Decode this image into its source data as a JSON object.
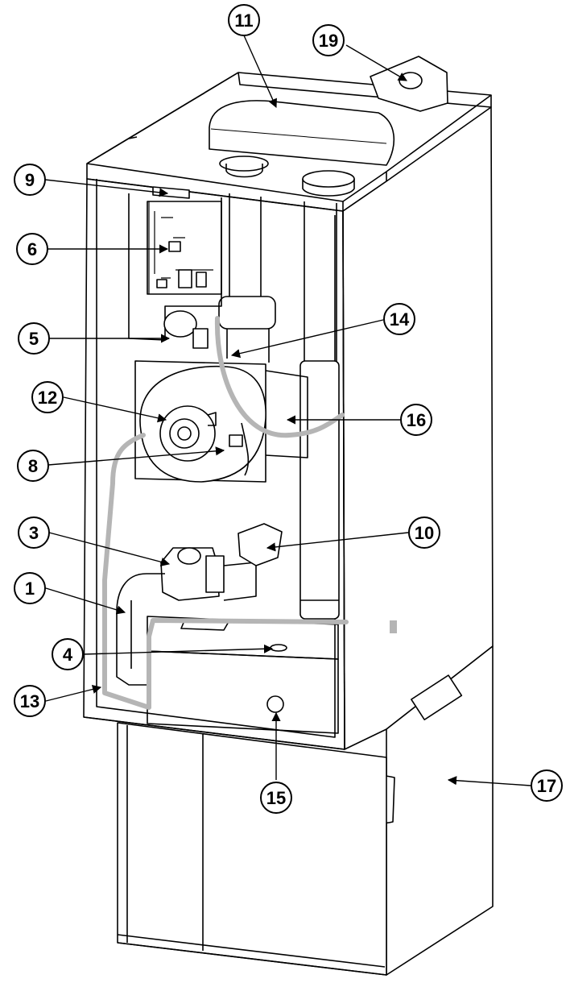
{
  "diagram": {
    "callouts": [
      {
        "id": "c1",
        "label": "1"
      },
      {
        "id": "c3",
        "label": "3"
      },
      {
        "id": "c4",
        "label": "4"
      },
      {
        "id": "c5",
        "label": "5"
      },
      {
        "id": "c6",
        "label": "6"
      },
      {
        "id": "c8",
        "label": "8"
      },
      {
        "id": "c9",
        "label": "9"
      },
      {
        "id": "c10",
        "label": "10"
      },
      {
        "id": "c11",
        "label": "11"
      },
      {
        "id": "c12",
        "label": "12"
      },
      {
        "id": "c13",
        "label": "13"
      },
      {
        "id": "c14",
        "label": "14"
      },
      {
        "id": "c15",
        "label": "15"
      },
      {
        "id": "c16",
        "label": "16"
      },
      {
        "id": "c17",
        "label": "17"
      },
      {
        "id": "c19",
        "label": "19"
      }
    ]
  }
}
